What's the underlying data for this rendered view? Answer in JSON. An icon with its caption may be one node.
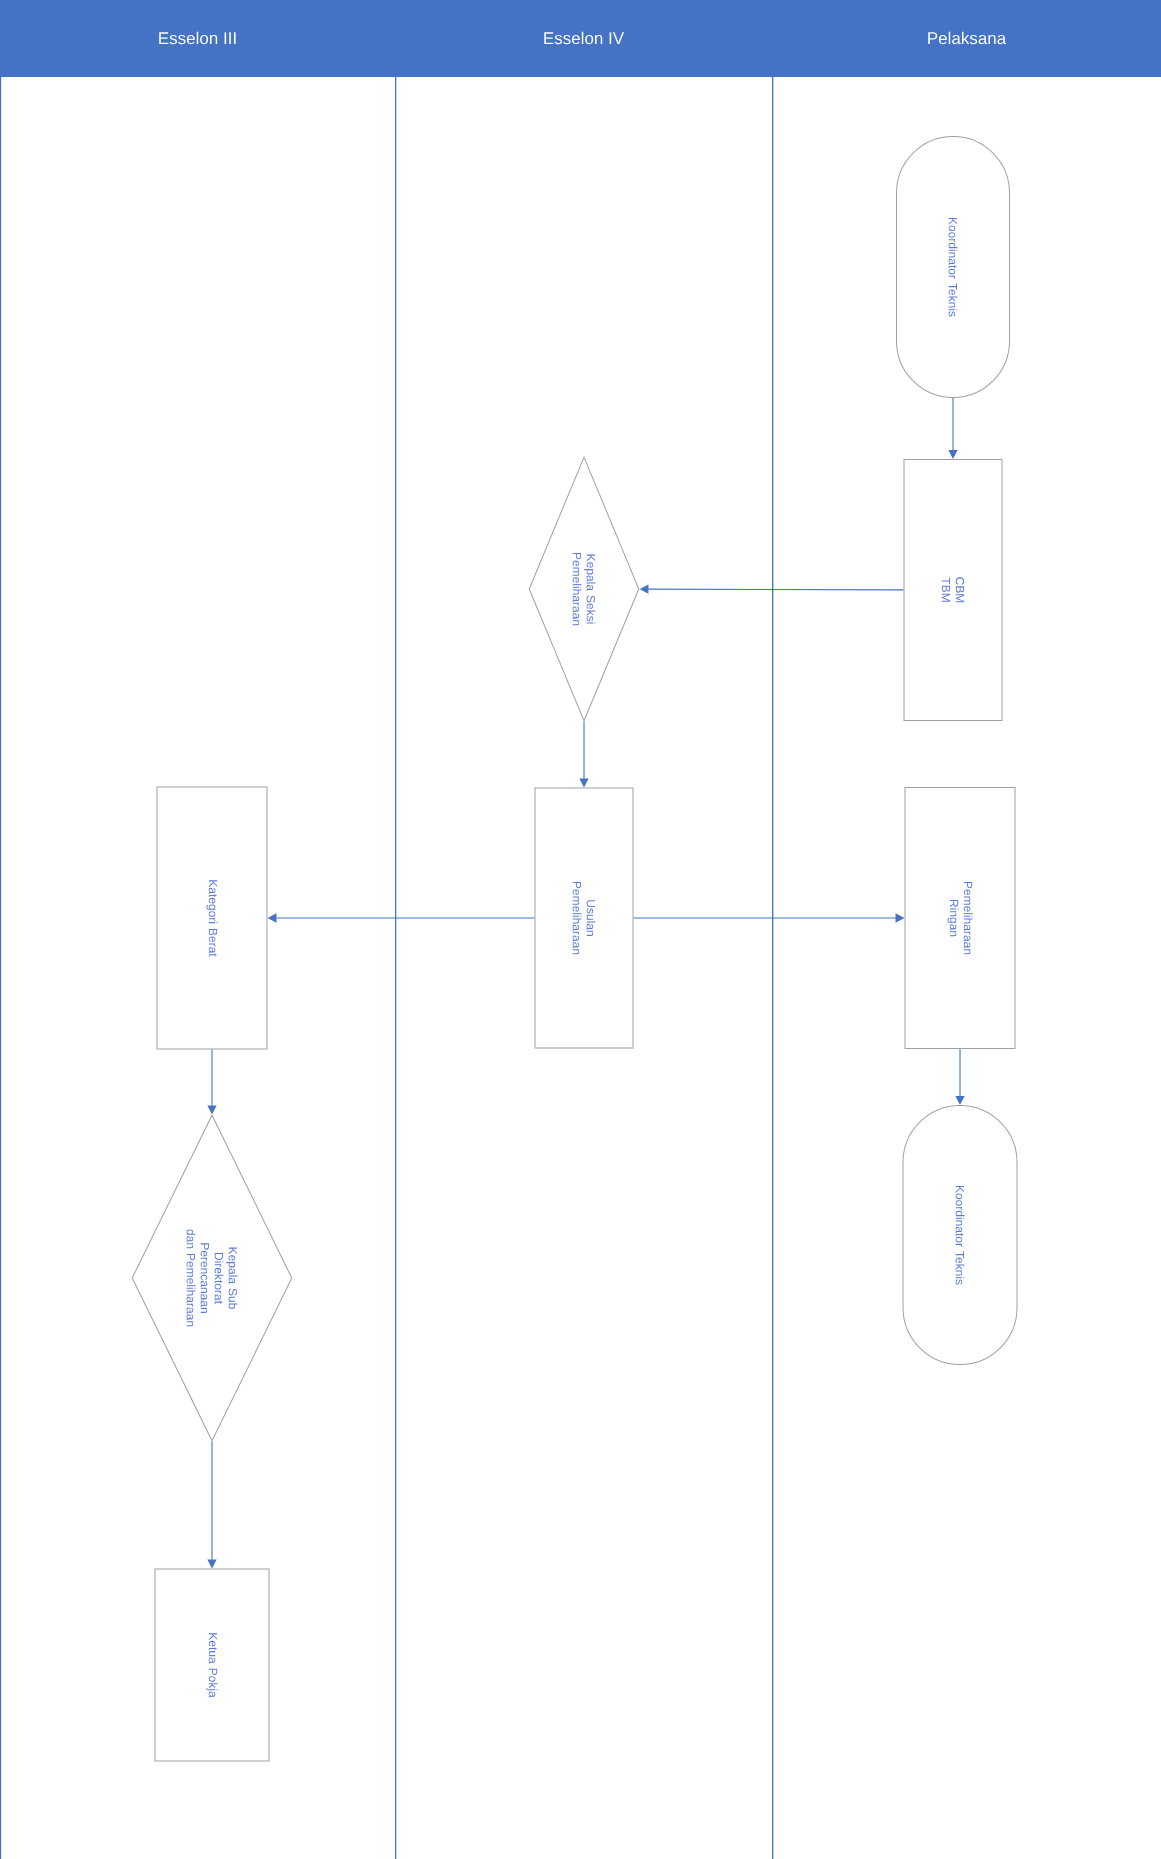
{
  "diagram": {
    "nodes": [
      {
        "text": [
          "Esselon III"
        ]
      },
      {
        "text": [
          "Kategori Berat"
        ],
        "in": 0
      },
      {
        "text": [
          "Kepala Sub Direktorat Perencanaan dan Pemeliharaan"
        ],
        "in": 0
      },
      {
        "text": [
          "Ketua Pokja"
        ],
        "in": 0
      },
      {
        "text": [
          "Esselon IV"
        ]
      },
      {
        "text": [
          "Kepala Seksi Pemeliharaan"
        ],
        "in": 4
      },
      {
        "text": [
          "Usulan Pemeliharaan"
        ],
        "in": 4
      },
      {
        "text": [
          "Pelaksana"
        ]
      },
      {
        "text": [
          "Koordinator Teknis"
        ],
        "in": 7
      },
      {
        "text": [
          "CBM TBM"
        ],
        "in": 7
      },
      {
        "text": [
          "Pemeliharaan Ringan"
        ],
        "in": 7
      },
      {
        "text": [
          "Koordinator Teknis"
        ],
        "in": 7
      }
    ],
    "edges": [
      {
        "from": 8,
        "to": 9,
        "arrow": "to"
      },
      {
        "from": 9,
        "to": 5,
        "arrow": "to"
      },
      {
        "from": 5,
        "to": 6,
        "arrow": "to"
      },
      {
        "from": 6,
        "to": 1,
        "arrow": "to"
      },
      {
        "from": 6,
        "to": 10,
        "arrow": "to"
      },
      {
        "from": 10,
        "to": 11,
        "arrow": "to"
      },
      {
        "from": 1,
        "to": 2,
        "arrow": "to"
      },
      {
        "from": 2,
        "to": 3,
        "arrow": "to"
      }
    ]
  }
}
